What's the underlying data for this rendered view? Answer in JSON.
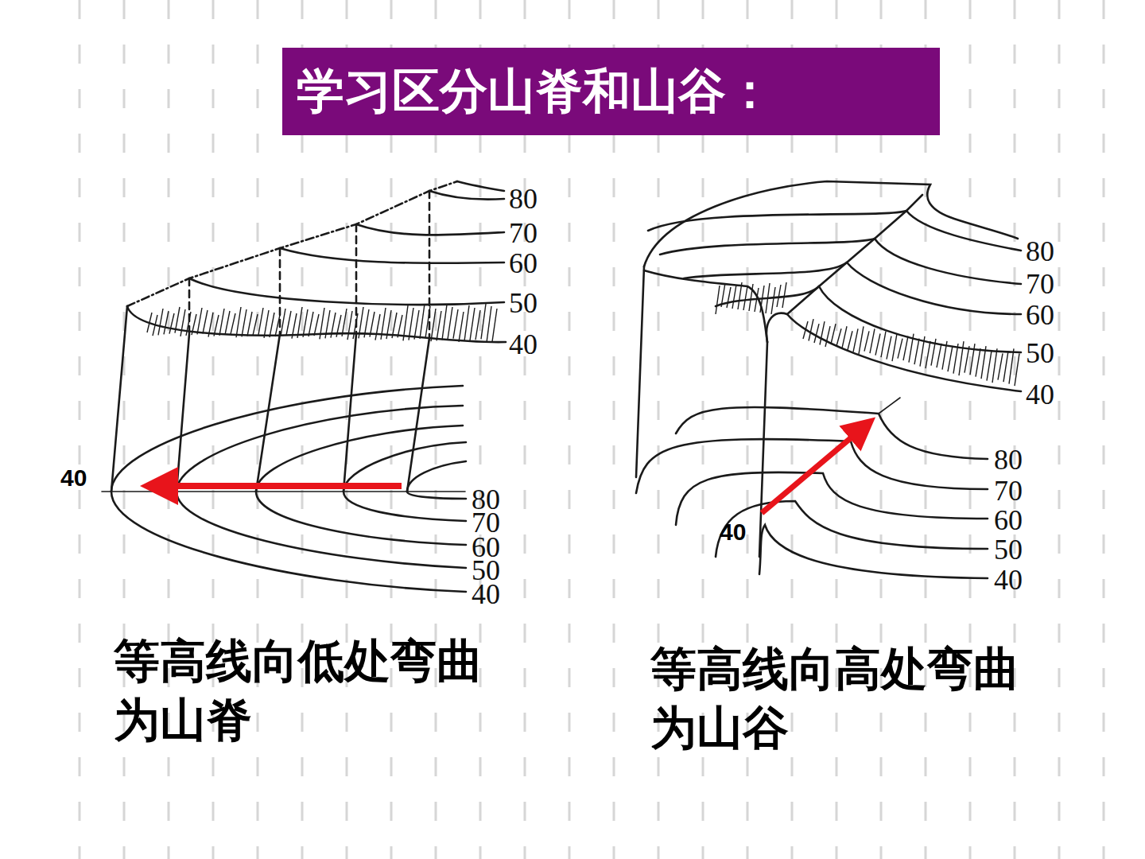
{
  "diagram": {
    "title": "学习区分山脊和山谷：",
    "labels": [
      "80",
      "70",
      "60",
      "50",
      "40",
      "40",
      "80",
      "70",
      "60",
      "50",
      "40",
      "80",
      "70",
      "60",
      "50",
      "40",
      "40",
      "80",
      "70",
      "60",
      "50",
      "40",
      "等高线向低处弯曲为山脊",
      "等高线向高处弯曲为山谷"
    ]
  }
}
